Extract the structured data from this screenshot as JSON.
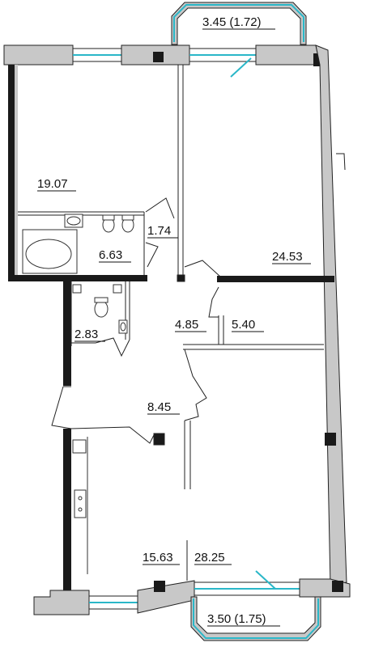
{
  "plan": {
    "rooms": [
      {
        "id": "room-19",
        "label": "19.07"
      },
      {
        "id": "bath",
        "label": "6.63"
      },
      {
        "id": "closet",
        "label": "1.74"
      },
      {
        "id": "room-24",
        "label": "24.53"
      },
      {
        "id": "wc",
        "label": "2.83"
      },
      {
        "id": "hall",
        "label": "4.85"
      },
      {
        "id": "storage",
        "label": "5.40"
      },
      {
        "id": "corridor",
        "label": "8.45"
      },
      {
        "id": "kitchen",
        "label": "15.63"
      },
      {
        "id": "living",
        "label": "28.25"
      }
    ],
    "balconies": [
      {
        "id": "balcony-top",
        "label": "3.45 (1.72)"
      },
      {
        "id": "balcony-bottom",
        "label": "3.50 (1.75)"
      }
    ],
    "colors": {
      "wall_fill": "#c8c8c8",
      "wall_dark": "#1a1a1a",
      "glass": "#2ab7c8",
      "line": "#222222"
    }
  }
}
